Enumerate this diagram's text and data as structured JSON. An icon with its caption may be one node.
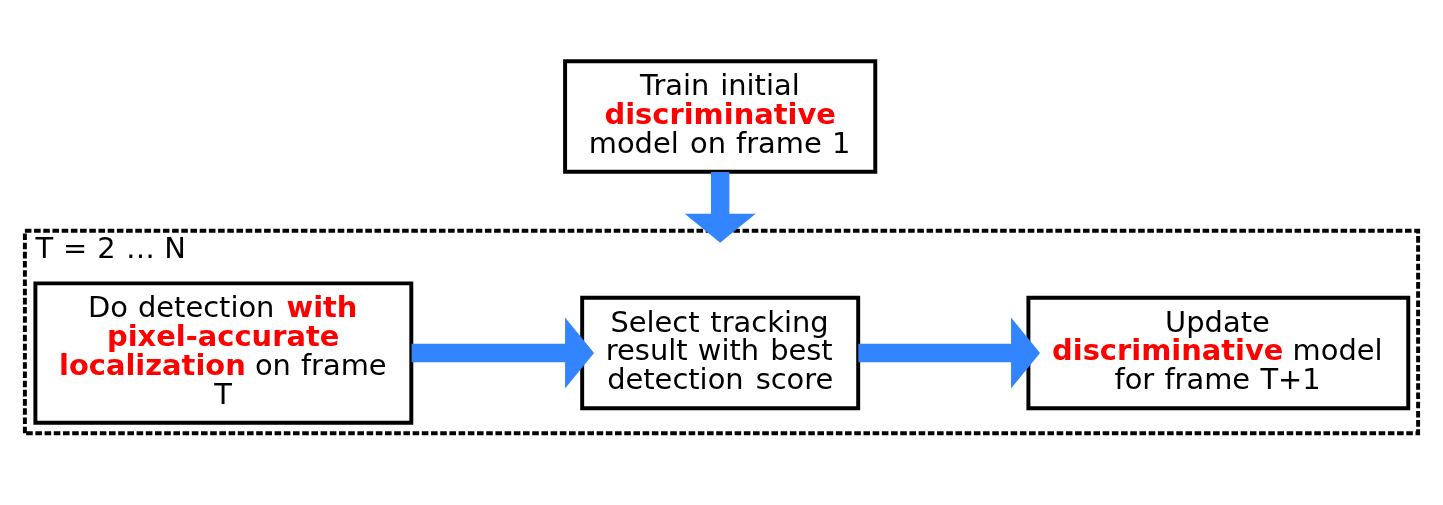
{
  "diagram": {
    "nodes": [
      {
        "text": [
          "Train initial **discriminative** model on frame 1"
        ]
      },
      {
        "text": [
          "T = 2 … N"
        ]
      },
      {
        "text": [
          "Do detection **with pixel-accurate localization** on frame T"
        ],
        "in": 1
      },
      {
        "text": [
          "Select tracking result with best detection score"
        ],
        "in": 1
      },
      {
        "text": [
          "Update **discriminative** model for frame T+1"
        ],
        "in": 1
      }
    ],
    "edges": [
      {
        "from": 0,
        "to": 1,
        "arrow": "to"
      },
      {
        "from": 2,
        "to": 3,
        "arrow": "to"
      },
      {
        "from": 3,
        "to": 4,
        "arrow": "to"
      }
    ]
  }
}
